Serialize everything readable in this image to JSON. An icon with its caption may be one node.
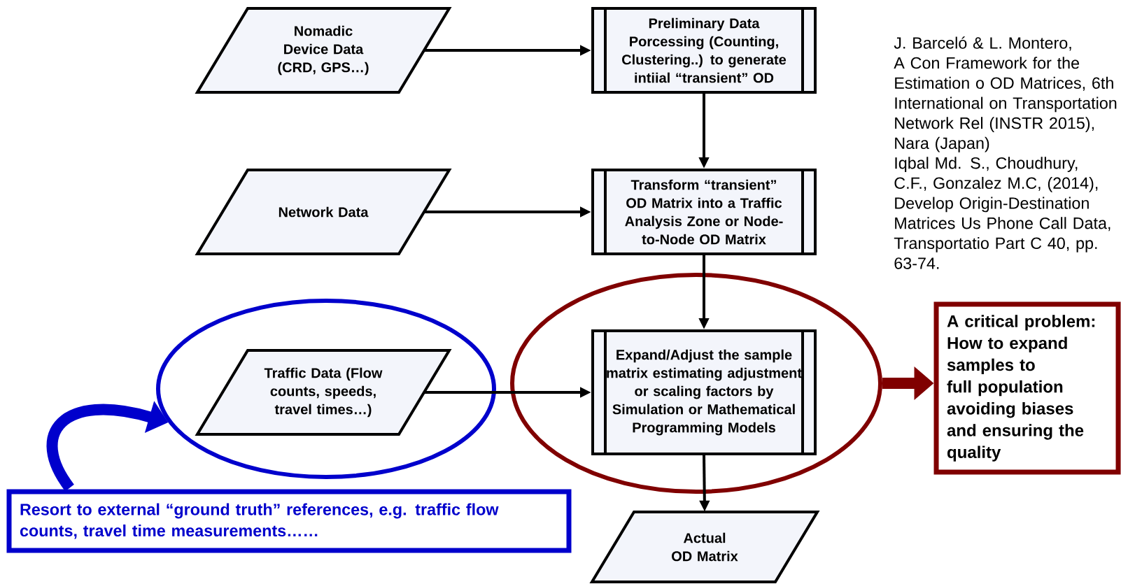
{
  "diagram": {
    "nodes": [
      {
        "text": [
          "Nomadic Device Data (CRD, GPS…)"
        ]
      },
      {
        "text": [
          "Preliminary Data Porcessing (Counting, Clustering..) to generate intiial “transient” OD"
        ]
      },
      {
        "text": [
          "Network Data"
        ]
      },
      {
        "text": [
          "Transform “transient” OD Matrix into a Traffic Analysis Zone or Node-to-Node OD Matrix"
        ]
      },
      {
        "text": [],
        "shape": "ellipse"
      },
      {
        "text": [
          "Traffic Data (Flow counts, speeds, travel times…)"
        ],
        "in": 4
      },
      {
        "text": [],
        "shape": "ellipse"
      },
      {
        "text": [
          "Expand/Adjust the sample matrix estimating adjustment or scaling factors by Simulation or Mathematical Programming Models"
        ],
        "in": 6
      },
      {
        "text": [
          "Actual OD Matrix"
        ]
      },
      {
        "text": [
          "A critical problem: How to expand samples to full population avoiding biases and ensuring the quality"
        ]
      },
      {
        "text": [
          "Resort to external “ground truth” references, e.g. traffic flow counts, travel time measurements……"
        ]
      }
    ],
    "edges": [
      {
        "from": 0,
        "to": 1,
        "arrow": "to"
      },
      {
        "from": 1,
        "to": 3,
        "arrow": "to"
      },
      {
        "from": 2,
        "to": 3,
        "arrow": "to"
      },
      {
        "from": 3,
        "to": 7,
        "arrow": "to"
      },
      {
        "from": 5,
        "to": 7,
        "arrow": "to"
      },
      {
        "from": 7,
        "to": 8,
        "arrow": "to"
      },
      {
        "from": 6,
        "to": 9,
        "arrow": "to",
        "style": "thick",
        "color": "#800000"
      },
      {
        "from": 10,
        "to": 4,
        "arrow": "to",
        "style": "thick",
        "color": "#0000cc"
      }
    ],
    "labels": [
      "J. Barceló & L. Montero, A Con Framework for the Estimation o OD Matrices, 6th International on Transportation Network Rel (INSTR 2015), Nara (Japan)",
      "Iqbal Md. S., Choudhury, C.F., Gonzalez M.C, (2014), Develop Origin-Destination Matrices Us Phone Call Data, Transportatio Part C 40, pp. 63-74."
    ]
  }
}
